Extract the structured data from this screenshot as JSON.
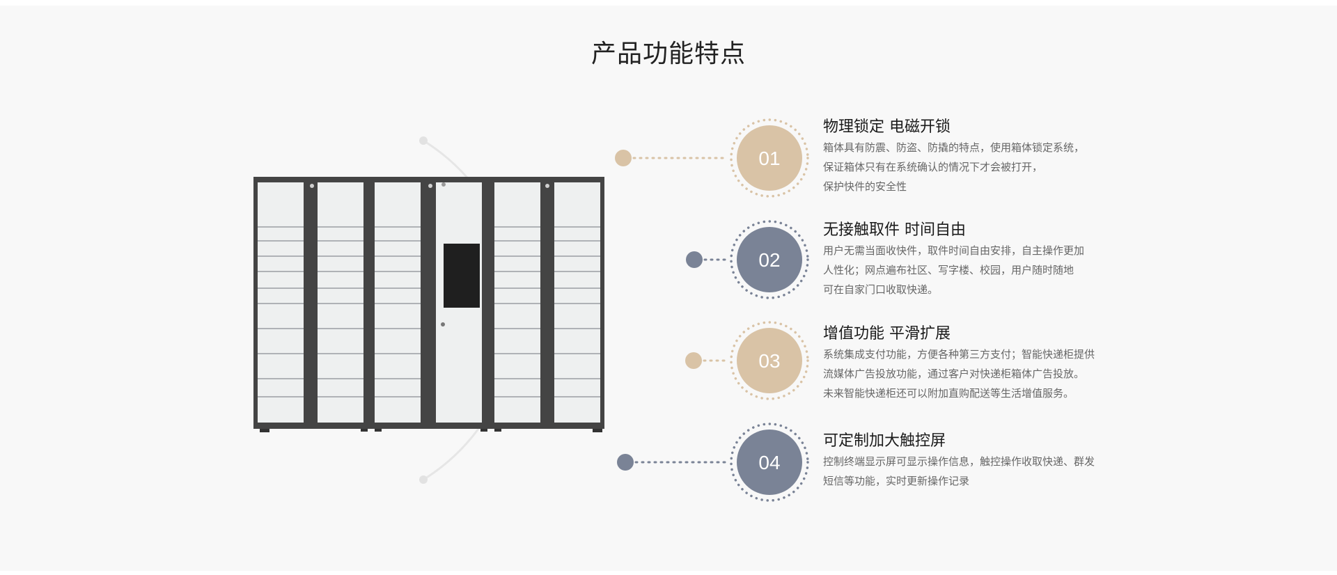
{
  "page": {
    "title": "产品功能特点"
  },
  "colors": {
    "beige": "#d9c3a6",
    "slate": "#7a8396",
    "arc": "#e6e6e6",
    "panel_bg": "#f8f8f8",
    "cabinet_frame": "#444444",
    "cabinet_door": "#eef0f0"
  },
  "features": [
    {
      "number": "01",
      "title": "物理锁定 电磁开锁",
      "lines": [
        "箱体具有防震、防盗、防撬的特点，使用箱体锁定系统，",
        "保证箱体只有在系统确认的情况下才会被打开，",
        "保护快件的安全性"
      ],
      "color": "beige"
    },
    {
      "number": "02",
      "title": "无接触取件 时间自由",
      "lines": [
        "用户无需当面收快件，取件时间自由安排，自主操作更加",
        "人性化；网点遍布社区、写字楼、校园，用户随时随地",
        "可在自家门口收取快递。"
      ],
      "color": "slate"
    },
    {
      "number": "03",
      "title": "增值功能 平滑扩展",
      "lines": [
        "系统集成支付功能，方便各种第三方支付；智能快递柜提供",
        "流媒体广告投放功能，通过客户对快递柜箱体广告投放。",
        "未来智能快递柜还可以附加直购配送等生活增值服务。"
      ],
      "color": "beige"
    },
    {
      "number": "04",
      "title": "可定制加大触控屏",
      "lines": [
        "控制终端显示屏可显示操作信息，触控操作收取快递、群发",
        "短信等功能，实时更新操作记录"
      ],
      "color": "slate"
    }
  ],
  "images": {
    "product": "smart-parcel-locker-cabinet"
  }
}
